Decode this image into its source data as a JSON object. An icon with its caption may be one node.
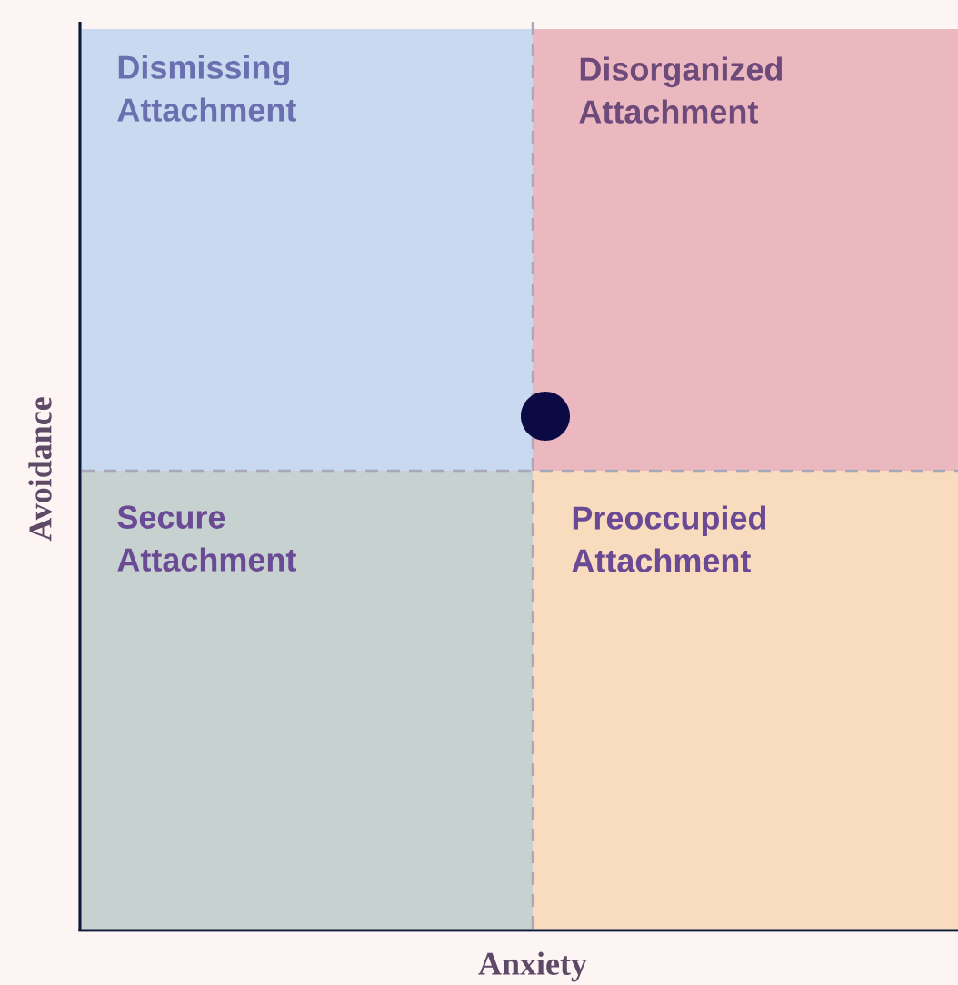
{
  "diagram": {
    "nodes": [
      {
        "text": [
          "Dismissing Attachment"
        ]
      },
      {
        "text": [
          "Disorganized Attachment"
        ]
      },
      {
        "text": [
          "Secure Attachment"
        ]
      },
      {
        "text": [
          "Preoccupied Attachment"
        ]
      }
    ],
    "labels": [
      "Avoidance",
      "Anxiety"
    ]
  }
}
